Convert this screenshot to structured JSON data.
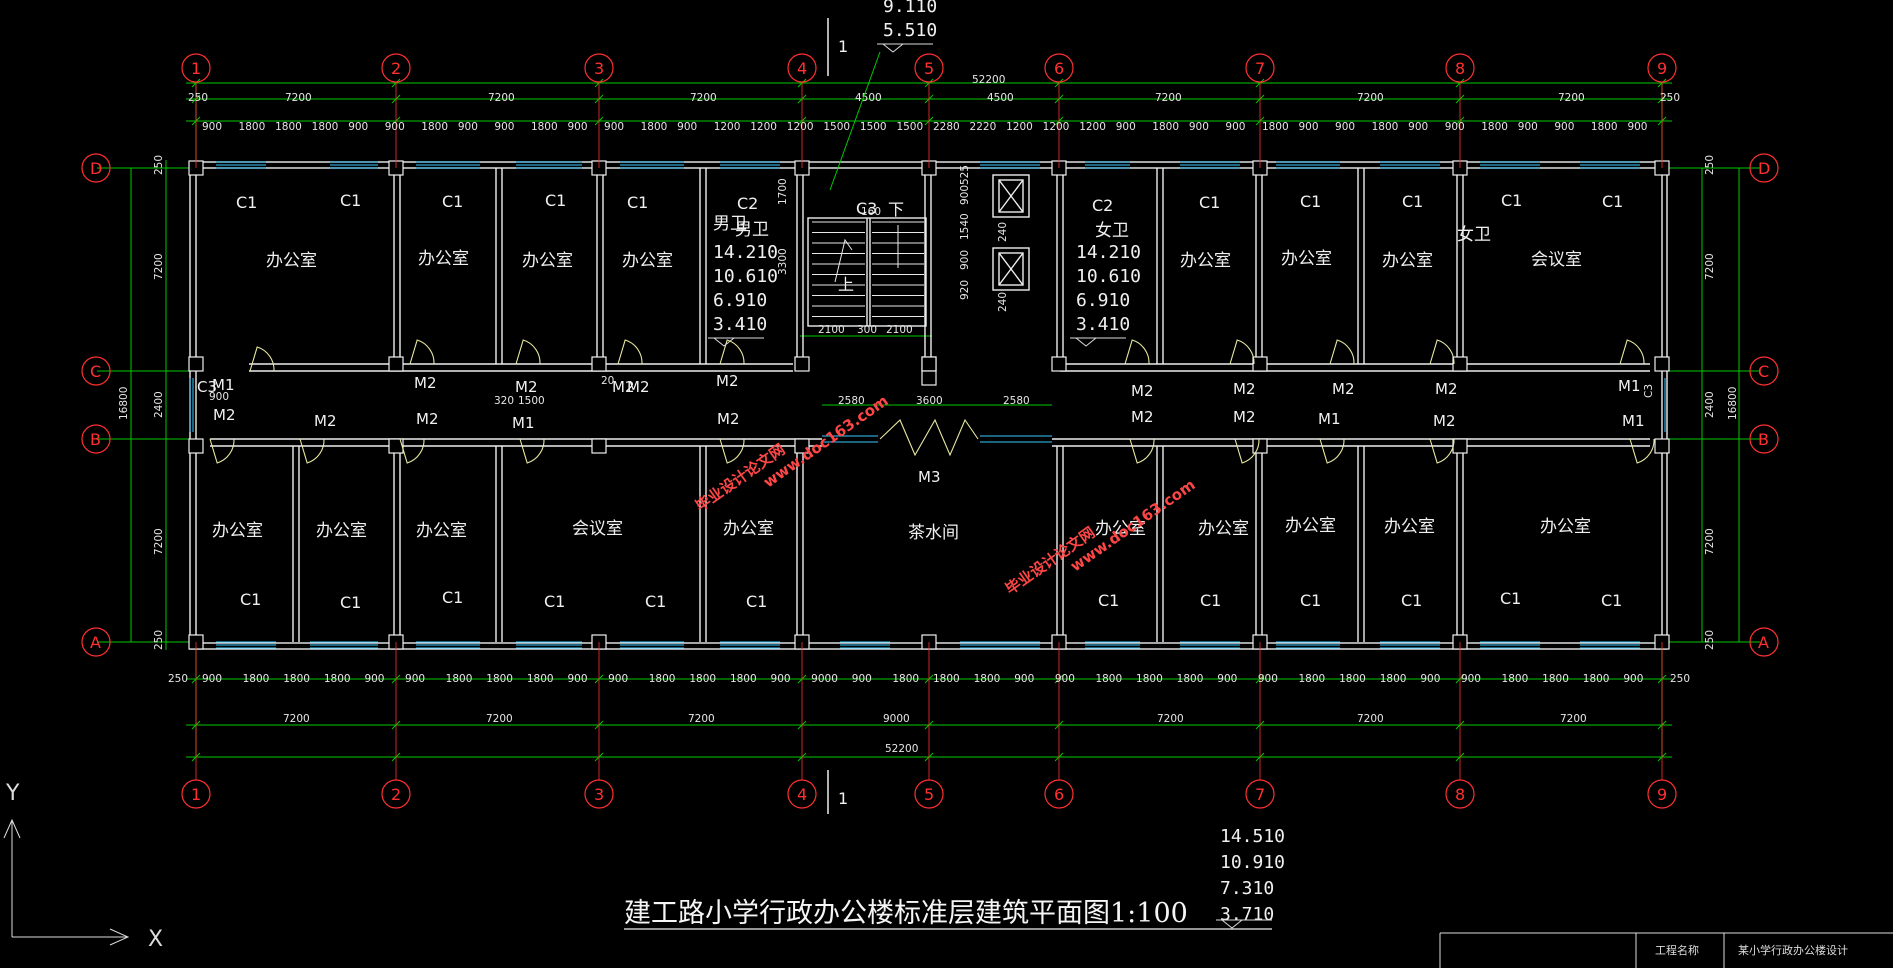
{
  "title": "建工路小学行政办公楼标准层建筑平面图1:100",
  "axes_num": [
    "1",
    "2",
    "3",
    "4",
    "5",
    "6",
    "7",
    "8",
    "9"
  ],
  "axes_letter": [
    "D",
    "C",
    "B",
    "A"
  ],
  "top_overall": "52200",
  "bottom_overall": "52200",
  "top_bays": [
    "7200",
    "7200",
    "7200",
    "4500",
    "4500",
    "7200",
    "7200",
    "7200"
  ],
  "top_bay_label_4": "4500",
  "edge_250": "250",
  "bottom_bays": [
    "7200",
    "7200",
    "7200",
    "9000",
    "7200",
    "7200",
    "7200"
  ],
  "top_detail": [
    "900",
    "1800",
    "1800",
    "1800",
    "900",
    "900",
    "1800",
    "900",
    "900",
    "1800",
    "900",
    "900",
    "1800",
    "900",
    "1200",
    "1200",
    "1200",
    "1500",
    "1500",
    "1500",
    "2280",
    "2220",
    "1200",
    "1200",
    "1200",
    "900",
    "1800",
    "900",
    "900",
    "1800",
    "900",
    "900",
    "1800",
    "900",
    "900",
    "1800",
    "900",
    "900",
    "1800",
    "900"
  ],
  "bottom_detail": [
    "900",
    "1800",
    "1800",
    "1800",
    "900",
    "900",
    "1800",
    "1800",
    "1800",
    "900",
    "900",
    "1800",
    "1800",
    "1800",
    "900",
    "9000",
    "900",
    "1800",
    "1800",
    "1800",
    "900",
    "900",
    "1800",
    "1800",
    "1800",
    "900",
    "900",
    "1800",
    "1800",
    "1800",
    "900",
    "900",
    "1800",
    "1800",
    "1800",
    "900"
  ],
  "left_dims": [
    "7200",
    "2400",
    "7200"
  ],
  "left_total": "16800",
  "right_dims": [
    "7200",
    "2400",
    "7200"
  ],
  "right_total": "16800",
  "corridor_dims": [
    "2580",
    "3600",
    "2580"
  ],
  "stair_dims": [
    "2100",
    "300",
    "2100"
  ],
  "stair_vdims": [
    "1700",
    "3300"
  ],
  "elev_vdims": [
    "525",
    "900",
    "1540",
    "900",
    "920",
    "240",
    "240"
  ],
  "small_dims": [
    "320",
    "1500",
    "900",
    "20",
    "160"
  ],
  "rooms_top": [
    "办公室",
    "办公室",
    "办公室",
    "办公室",
    "男卫",
    "女卫",
    "办公室",
    "办公室",
    "办公室",
    "会议室"
  ],
  "rooms_bottom": [
    "办公室",
    "办公室",
    "办公室",
    "会议室",
    "办公室",
    "茶水间",
    "办公室",
    "办公室",
    "办公室",
    "办公室",
    "办公室"
  ],
  "extra_label": "女卫",
  "stair_up": "上",
  "stair_down": "下",
  "windows": {
    "c1": "C1",
    "c2": "C2",
    "c3": "C3"
  },
  "doors": {
    "m1": "M1",
    "m2": "M2",
    "m3": "M3"
  },
  "elev_left": [
    "14.210",
    "10.610",
    "6.910",
    "3.410"
  ],
  "elev_right": [
    "14.210",
    "10.610",
    "6.910",
    "3.410"
  ],
  "elev_top": [
    "9.110",
    "5.510"
  ],
  "elev_bottom": [
    "14.510",
    "10.910",
    "7.310",
    "3.710"
  ],
  "section_mark": "1",
  "watermark": [
    "毕业设计论文网",
    "www.doc163.com"
  ],
  "ucs": {
    "x": "X",
    "y": "Y"
  },
  "titleblock": [
    "工程名称",
    "某小学行政办公楼设计"
  ],
  "colors": {
    "axis": "#ff3030",
    "dimension": "#00d000",
    "wall": "#f0f0f0",
    "window": "#3ac8ff",
    "watermark": "#ff4646"
  }
}
